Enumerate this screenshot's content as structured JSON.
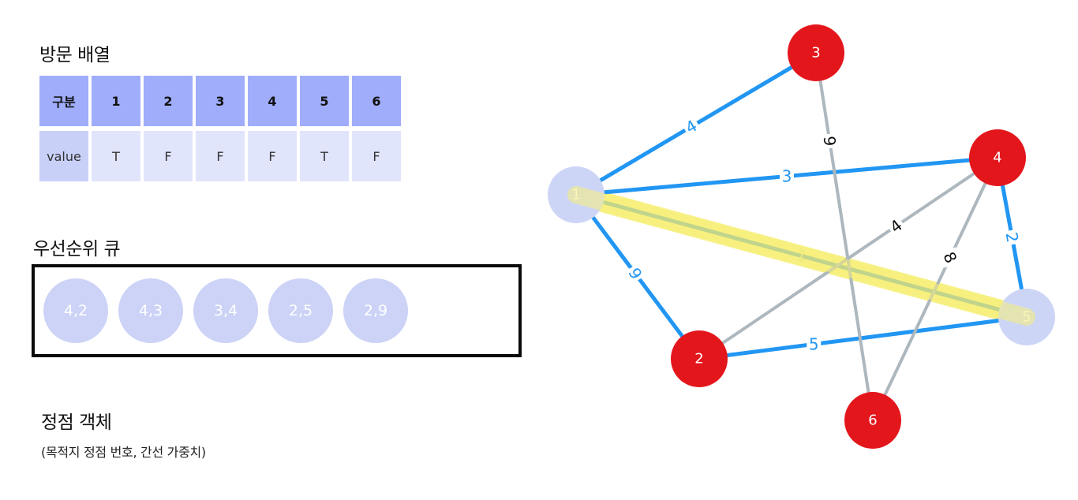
{
  "visited": {
    "title": "방문 배열",
    "header_label": "구분",
    "row_label": "value",
    "columns": [
      "1",
      "2",
      "3",
      "4",
      "5",
      "6"
    ],
    "values": [
      "T",
      "F",
      "F",
      "F",
      "T",
      "F"
    ]
  },
  "priority_queue": {
    "title": "우선순위 큐",
    "items": [
      "4,2",
      "4,3",
      "3,4",
      "2,5",
      "2,9"
    ]
  },
  "vertex_object": {
    "title": "정점 객체",
    "subtitle": "(목적지 정점 번호, 간선 가중치)"
  },
  "graph": {
    "colors": {
      "visited_node": "#cdd5f7",
      "unvisited_node": "#e3161c",
      "candidate_edge": "#2196f3",
      "other_edge": "#adb7be",
      "highlight": "#f7f07a",
      "selected_edge": "#7fb3a2"
    },
    "nodes": [
      {
        "id": "1",
        "label": "1",
        "state": "visited"
      },
      {
        "id": "2",
        "label": "2",
        "state": "unvisited"
      },
      {
        "id": "3",
        "label": "3",
        "state": "unvisited"
      },
      {
        "id": "4",
        "label": "4",
        "state": "unvisited"
      },
      {
        "id": "5",
        "label": "5",
        "state": "visited"
      },
      {
        "id": "6",
        "label": "6",
        "state": "unvisited"
      }
    ],
    "edges": [
      {
        "from": "1",
        "to": "3",
        "weight": "4",
        "style": "candidate"
      },
      {
        "from": "1",
        "to": "4",
        "weight": "3",
        "style": "candidate"
      },
      {
        "from": "1",
        "to": "2",
        "weight": "9",
        "style": "candidate"
      },
      {
        "from": "1",
        "to": "5",
        "weight": "1",
        "style": "selected"
      },
      {
        "from": "4",
        "to": "5",
        "weight": "2",
        "style": "candidate"
      },
      {
        "from": "2",
        "to": "5",
        "weight": "5",
        "style": "candidate"
      },
      {
        "from": "3",
        "to": "6",
        "weight": "9",
        "style": "other"
      },
      {
        "from": "2",
        "to": "4",
        "weight": "4",
        "style": "other"
      },
      {
        "from": "4",
        "to": "6",
        "weight": "8",
        "style": "other"
      }
    ]
  }
}
